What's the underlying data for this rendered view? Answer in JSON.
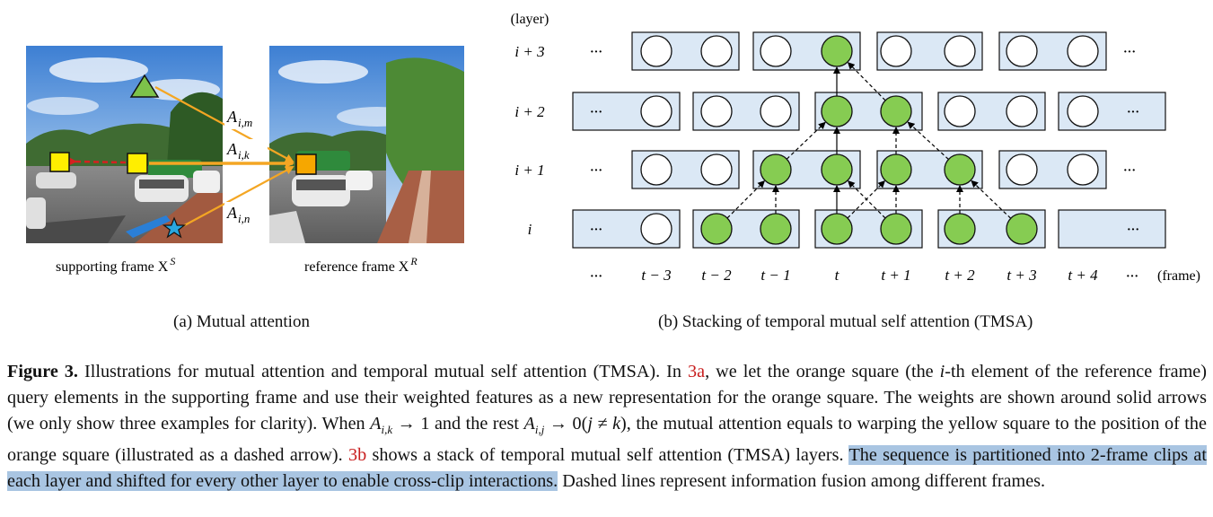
{
  "subfig_a": {
    "caption": "(a) Mutual attention",
    "supporting_label": "supporting frame X",
    "supporting_sup": "S",
    "reference_label": "reference frame X",
    "reference_sup": "R",
    "weights": [
      {
        "sym": "A",
        "sub": "i,m"
      },
      {
        "sym": "A",
        "sub": "i,k"
      },
      {
        "sym": "A",
        "sub": "i,n"
      }
    ]
  },
  "subfig_b": {
    "caption": "(b) Stacking of temporal mutual self attention (TMSA)",
    "layer_header": "(layer)",
    "frame_header": "(frame)",
    "layers": [
      "i + 3",
      "i + 2",
      "i + 1",
      "i"
    ],
    "frames": [
      "t − 3",
      "t − 2",
      "t − 1",
      "t",
      "t + 1",
      "t + 2",
      "t + 3",
      "t + 4"
    ],
    "ellipsis": "···"
  },
  "caption": {
    "fig_label": "Figure 3.",
    "p1": " Illustrations for mutual attention and temporal mutual self attention (TMSA). In ",
    "ref1": "3a",
    "p2": ", we let the orange square (the ",
    "var_i": "i",
    "p3": "-th element of the reference frame) query elements in the supporting frame and use their weighted features as a new representation for the orange square. The weights are shown around solid arrows (we only show three examples for clarity). When ",
    "sym_a1": "A",
    "sub_a1": "i,k",
    "p4": " → 1 and the rest ",
    "sym_a2": "A",
    "sub_a2": "i,j",
    "p5": " → 0(",
    "var_j": "j",
    "p6": " ≠ ",
    "var_k": "k",
    "p7": "), the mutual attention equals to warping the yellow square to the position of the orange square (illustrated as a dashed arrow). ",
    "ref2": "3b",
    "p8": " shows a stack of temporal mutual self attention (TMSA) layers. ",
    "highlight": "The sequence is partitioned into 2-frame clips at each layer and shifted for every other layer to enable cross-clip interactions.",
    "p9": " Dashed lines represent information fusion among different frames."
  }
}
